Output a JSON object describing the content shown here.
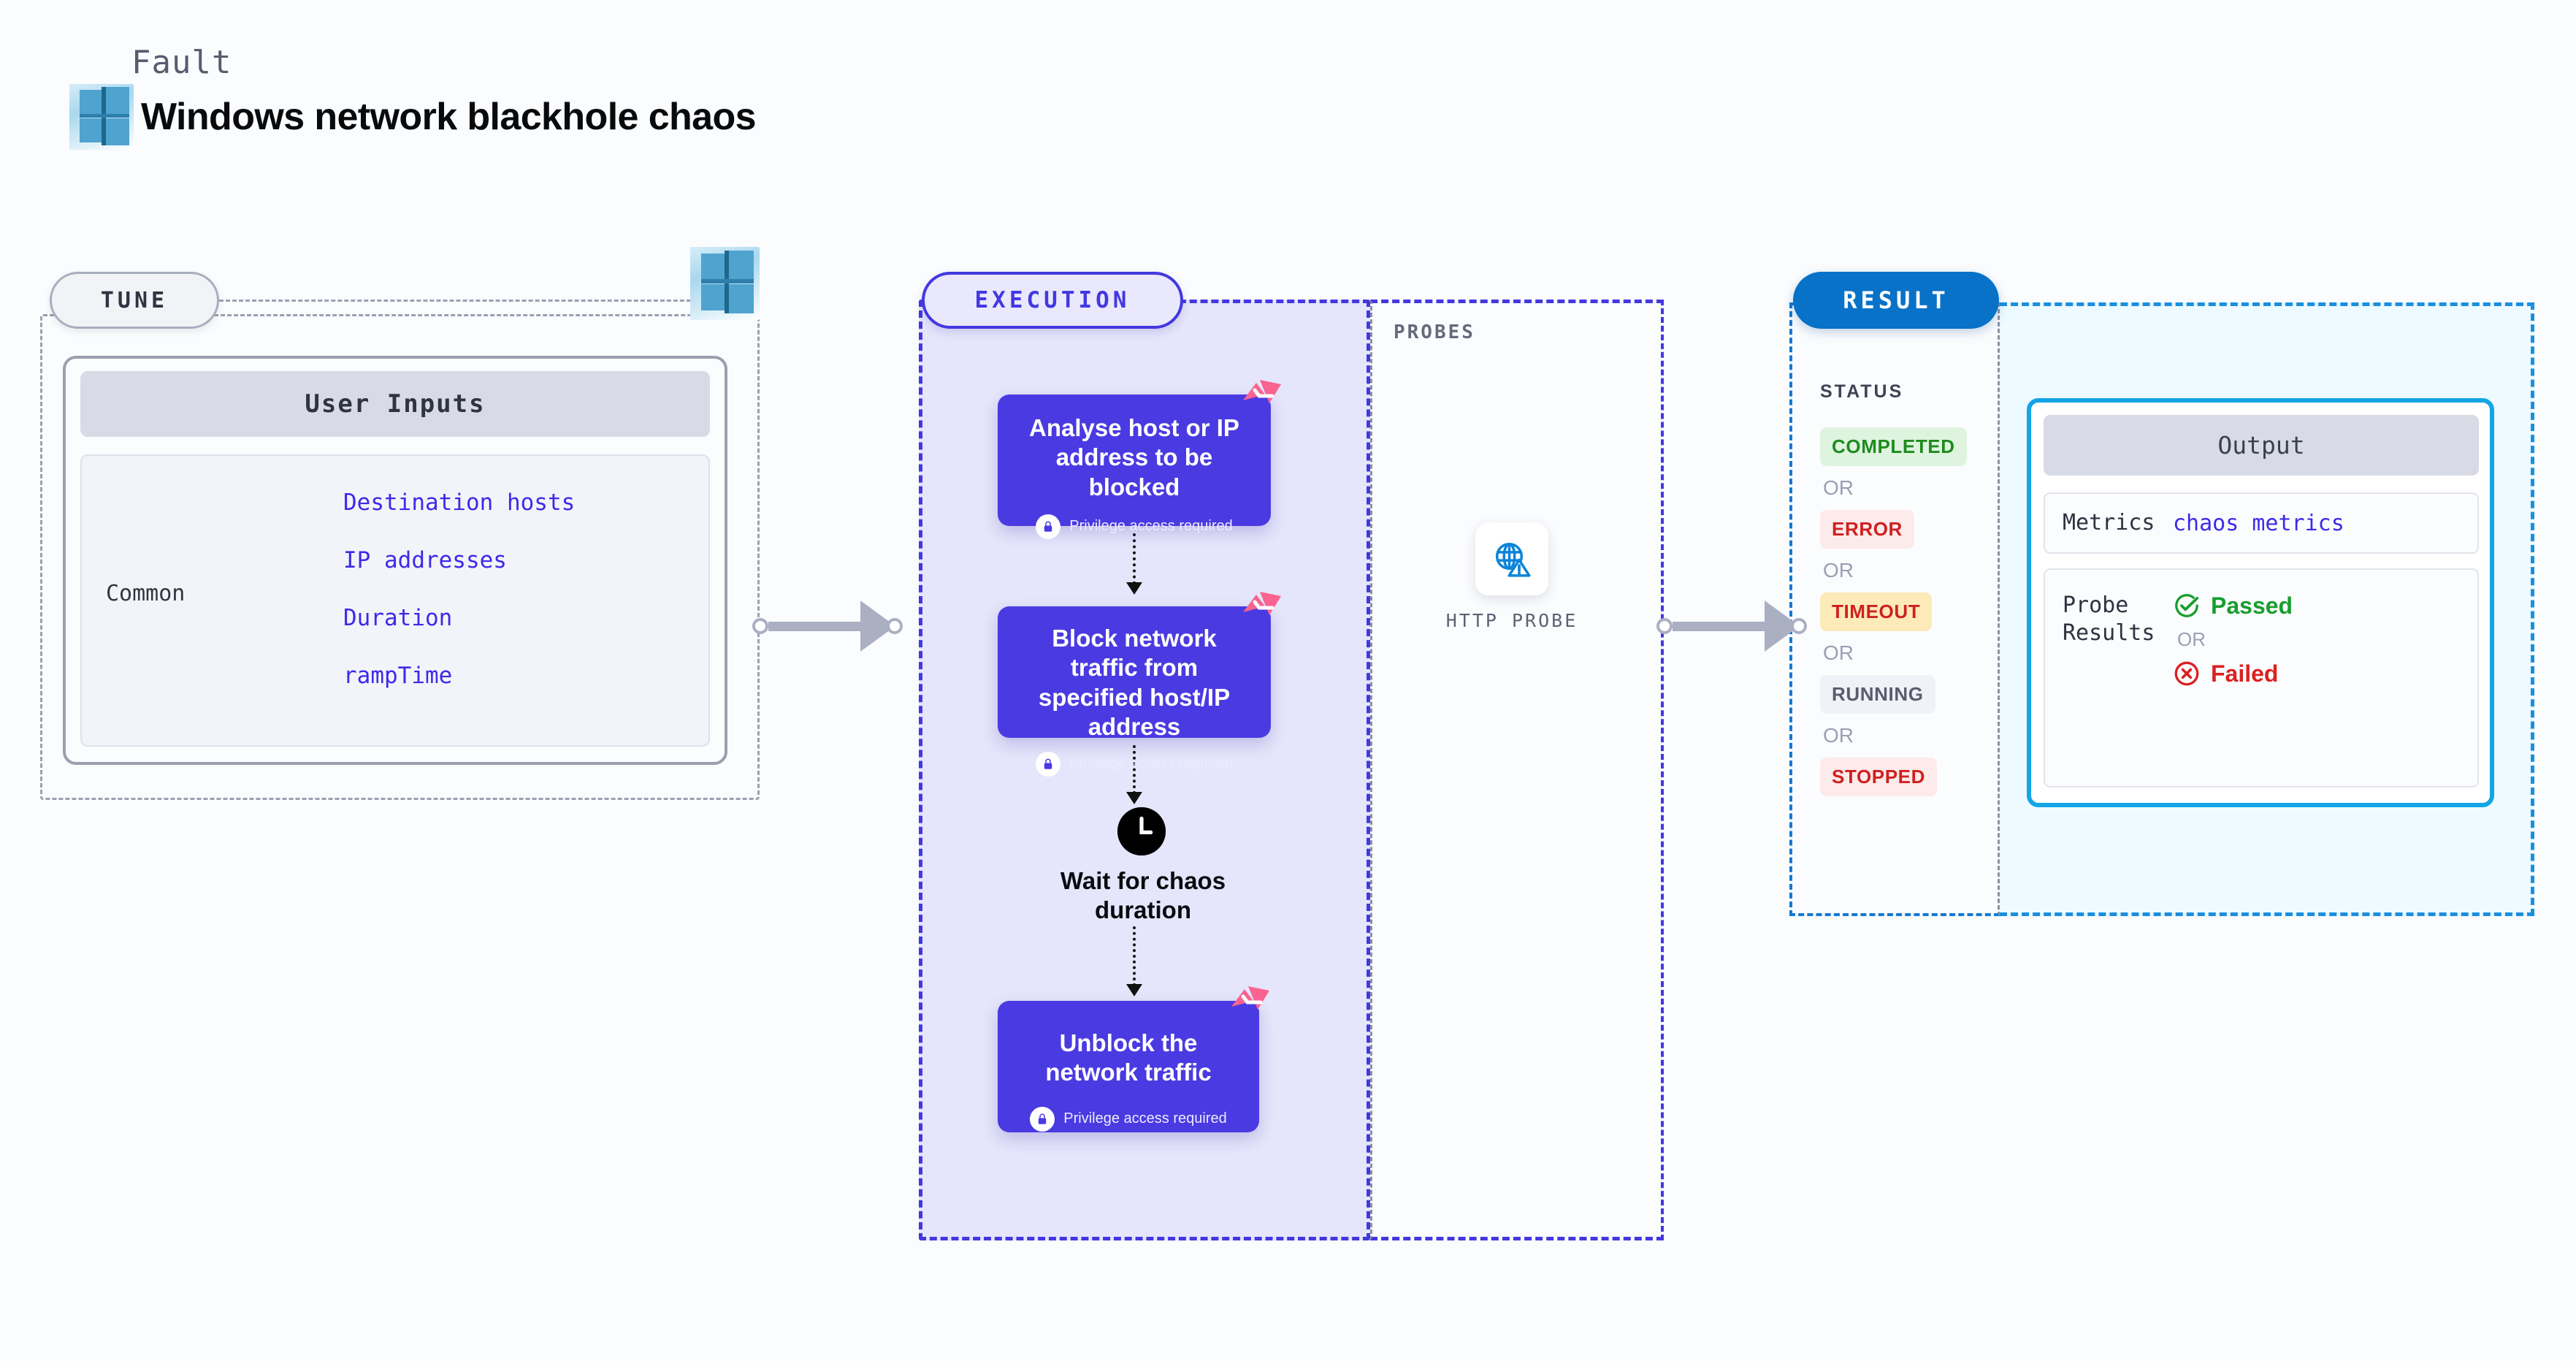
{
  "header": {
    "kicker": "Fault",
    "title": "Windows network blackhole chaos",
    "logo_icon": "windows-logo-icon"
  },
  "tune": {
    "pill_label": "TUNE",
    "card_title": "User Inputs",
    "group_label": "Common",
    "params": [
      "Destination hosts",
      "IP addresses",
      "Duration",
      "rampTime"
    ],
    "logo_icon": "windows-logo-icon"
  },
  "execution": {
    "pill_label": "EXECUTION",
    "privilege_note": "Privilege access required",
    "lock_icon": "lock-icon",
    "badge_icon": "litmus-logo-icon",
    "steps": [
      {
        "title": "Analyse host or IP address to be blocked",
        "privileged": true
      },
      {
        "title": "Block network traffic from specified host/IP address",
        "privileged": true
      },
      {
        "title": "Wait for chaos duration",
        "privileged": false,
        "icon": "clock-icon"
      },
      {
        "title": "Unblock the network traffic",
        "privileged": true
      }
    ]
  },
  "probes": {
    "section_label": "PROBES",
    "items": [
      {
        "label": "HTTP PROBE",
        "icon": "globe-warning-icon"
      }
    ]
  },
  "result": {
    "pill_label": "RESULT",
    "status_label": "STATUS",
    "or_label": "OR",
    "statuses": [
      {
        "label": "COMPLETED",
        "bg": "#dff4de",
        "fg": "#1e8b1e"
      },
      {
        "label": "ERROR",
        "bg": "#fdeaea",
        "fg": "#cf2020"
      },
      {
        "label": "TIMEOUT",
        "bg": "#fdeab9",
        "fg": "#cf2020"
      },
      {
        "label": "RUNNING",
        "bg": "#f1f2f7",
        "fg": "#585c6e"
      },
      {
        "label": "STOPPED",
        "bg": "#fdeaea",
        "fg": "#cf2020"
      }
    ],
    "output": {
      "title": "Output",
      "metrics_key": "Metrics",
      "metrics_value": "chaos metrics",
      "probe_key": "Probe Results",
      "or_label": "OR",
      "passed": {
        "label": "Passed",
        "icon": "check-circle-icon",
        "color": "#199e2e"
      },
      "failed": {
        "label": "Failed",
        "icon": "x-circle-icon",
        "color": "#dc2020"
      }
    }
  },
  "theme": {
    "accent_indigo": "#4338e0",
    "accent_blue": "#0772c8",
    "accent_cyan": "#13a5e6",
    "connector_grey": "#abafc2",
    "page_bg": "#fbfcfe"
  }
}
